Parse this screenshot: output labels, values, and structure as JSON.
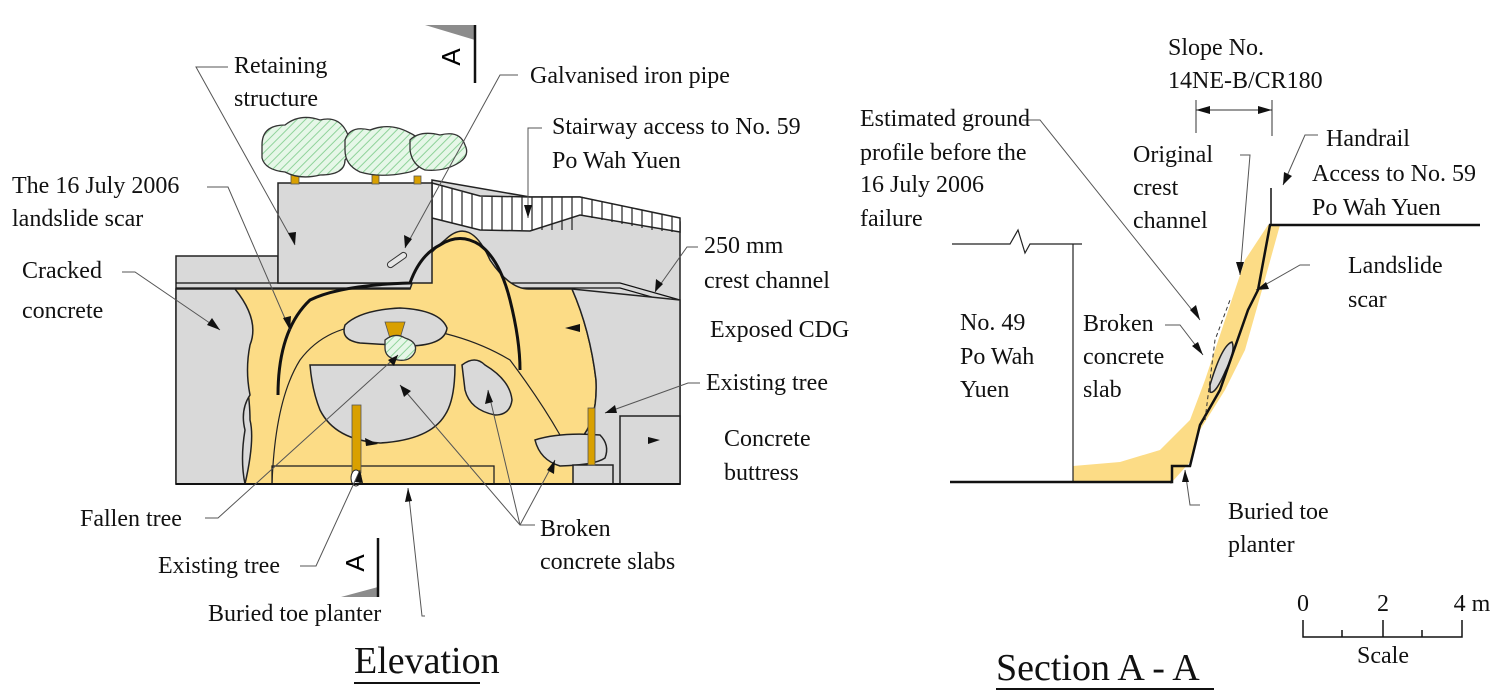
{
  "elevation": {
    "title": "Elevation",
    "section_marker": "A",
    "labels": {
      "retaining_1": "Retaining",
      "retaining_2": "structure",
      "pipe": "Galvanised iron pipe",
      "stair_1": "Stairway access to No. 59",
      "stair_2": "Po Wah Yuen",
      "scar_1": "The 16 July 2006",
      "scar_2": "landslide scar",
      "cracked_1": "Cracked",
      "cracked_2": "concrete",
      "channel_1": "250 mm",
      "channel_2": "crest channel",
      "cdg": "Exposed CDG",
      "existing_tree_right": "Existing tree",
      "buttress_1": "Concrete",
      "buttress_2": "buttress",
      "fallen_tree": "Fallen tree",
      "existing_tree_left": "Existing tree",
      "toe_planter": "Buried toe planter",
      "slabs_1": "Broken",
      "slabs_2": "concrete slabs"
    }
  },
  "section": {
    "title": "Section A - A",
    "labels": {
      "slope_1": "Slope No.",
      "slope_2": "14NE-B/CR180",
      "est_1": "Estimated ground",
      "est_2": "profile before the",
      "est_3": "16 July 2006",
      "est_4": "failure",
      "orig_1": "Original",
      "orig_2": "crest",
      "orig_3": "channel",
      "handrail": "Handrail",
      "access_1": "Access to No. 59",
      "access_2": "Po Wah Yuen",
      "scar_1": "Landslide",
      "scar_2": "scar",
      "no49_1": "No. 49",
      "no49_2": "Po Wah",
      "no49_3": "Yuen",
      "slab_1": "Broken",
      "slab_2": "concrete",
      "slab_3": "slab",
      "toe_1": "Buried toe",
      "toe_2": "planter"
    }
  },
  "scale": {
    "ticks": [
      "0",
      "2",
      "4 m"
    ],
    "label": "Scale"
  },
  "colors": {
    "soil": "#fcdc86",
    "concrete": "#d9d9d9",
    "tree_trunk": "#d9a000",
    "tree_canopy": "#bfe8c6"
  }
}
